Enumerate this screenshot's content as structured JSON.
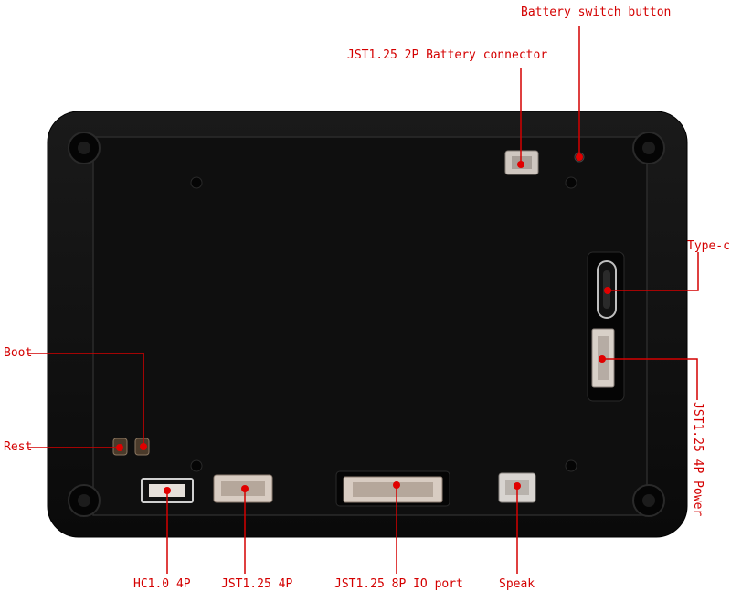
{
  "labels": {
    "battery_switch": "Battery switch button",
    "battery_connector": "JST1.25 2P Battery connector",
    "type_c": "Type-c",
    "boot": "Boot",
    "rest": "Rest",
    "power_4p": "JST1.25 4P Power",
    "hc_4p": "HC1.0 4P",
    "jst_4p": "JST1.25 4P",
    "io_port": "JST1.25 8P IO port",
    "speak": "Speak"
  },
  "colors": {
    "callout": "#d40000",
    "device_body": "#0e0e0e",
    "device_edge": "#2a2a2a",
    "connector": "#d8d0c8"
  }
}
